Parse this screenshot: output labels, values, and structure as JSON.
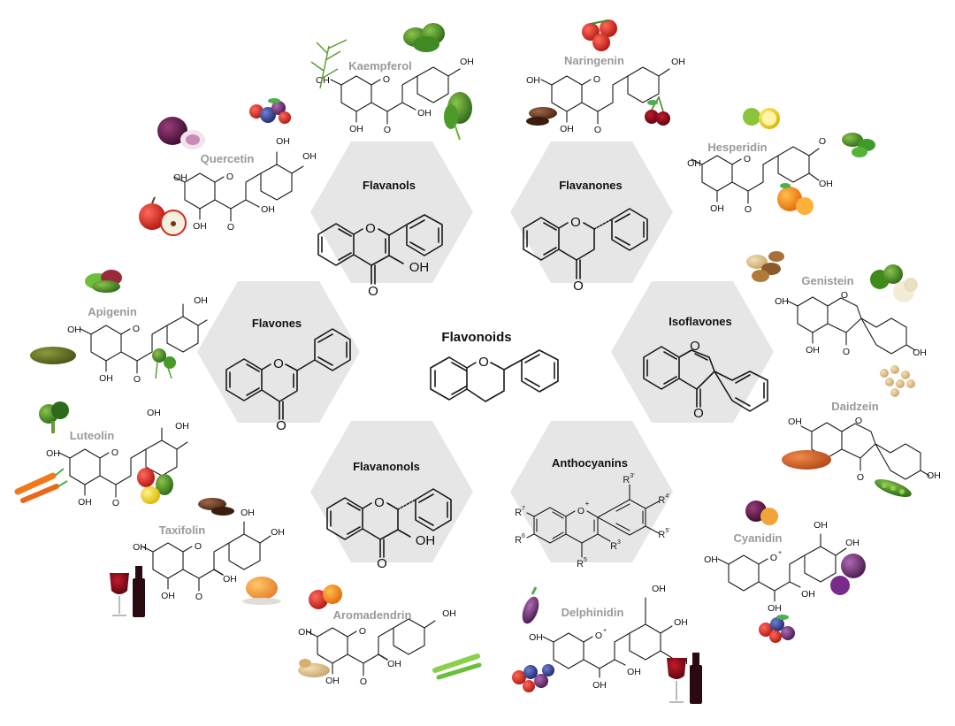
{
  "center": {
    "title": "Flavonoids"
  },
  "categories": {
    "flavanols": "Flavanols",
    "flavanones": "Flavanones",
    "flavones": "Flavones",
    "isoflavones": "Isoflavones",
    "flavanonols": "Flavanonols",
    "anthocyanins": "Anthocyanins"
  },
  "compounds": {
    "kaempferol": "Kaempferol",
    "naringenin": "Naringenin",
    "quercetin": "Quercetin",
    "hesperidin": "Hesperidin",
    "apigenin": "Apigenin",
    "genistein": "Genistein",
    "luteolin": "Luteolin",
    "daidzein": "Daidzein",
    "taxifolin": "Taxifolin",
    "cyanidin": "Cyanidin",
    "aromadendrin": "Aromadendrin",
    "delphinidin": "Delphinidin"
  },
  "atoms": {
    "oxygen": "O",
    "hydroxyl": "OH",
    "carbonyl": "O",
    "cation": "+"
  },
  "anthocyanin_substituents": {
    "r3p": "3'",
    "r4p": "4'",
    "r5p": "5'",
    "r3": "3",
    "r5": "5",
    "r6": "6",
    "r7": "7",
    "r": "R"
  },
  "colors": {
    "hexagon": "#e7e6e6",
    "compound_label": "#9a9a9a",
    "structure": "#1a1a1a"
  }
}
